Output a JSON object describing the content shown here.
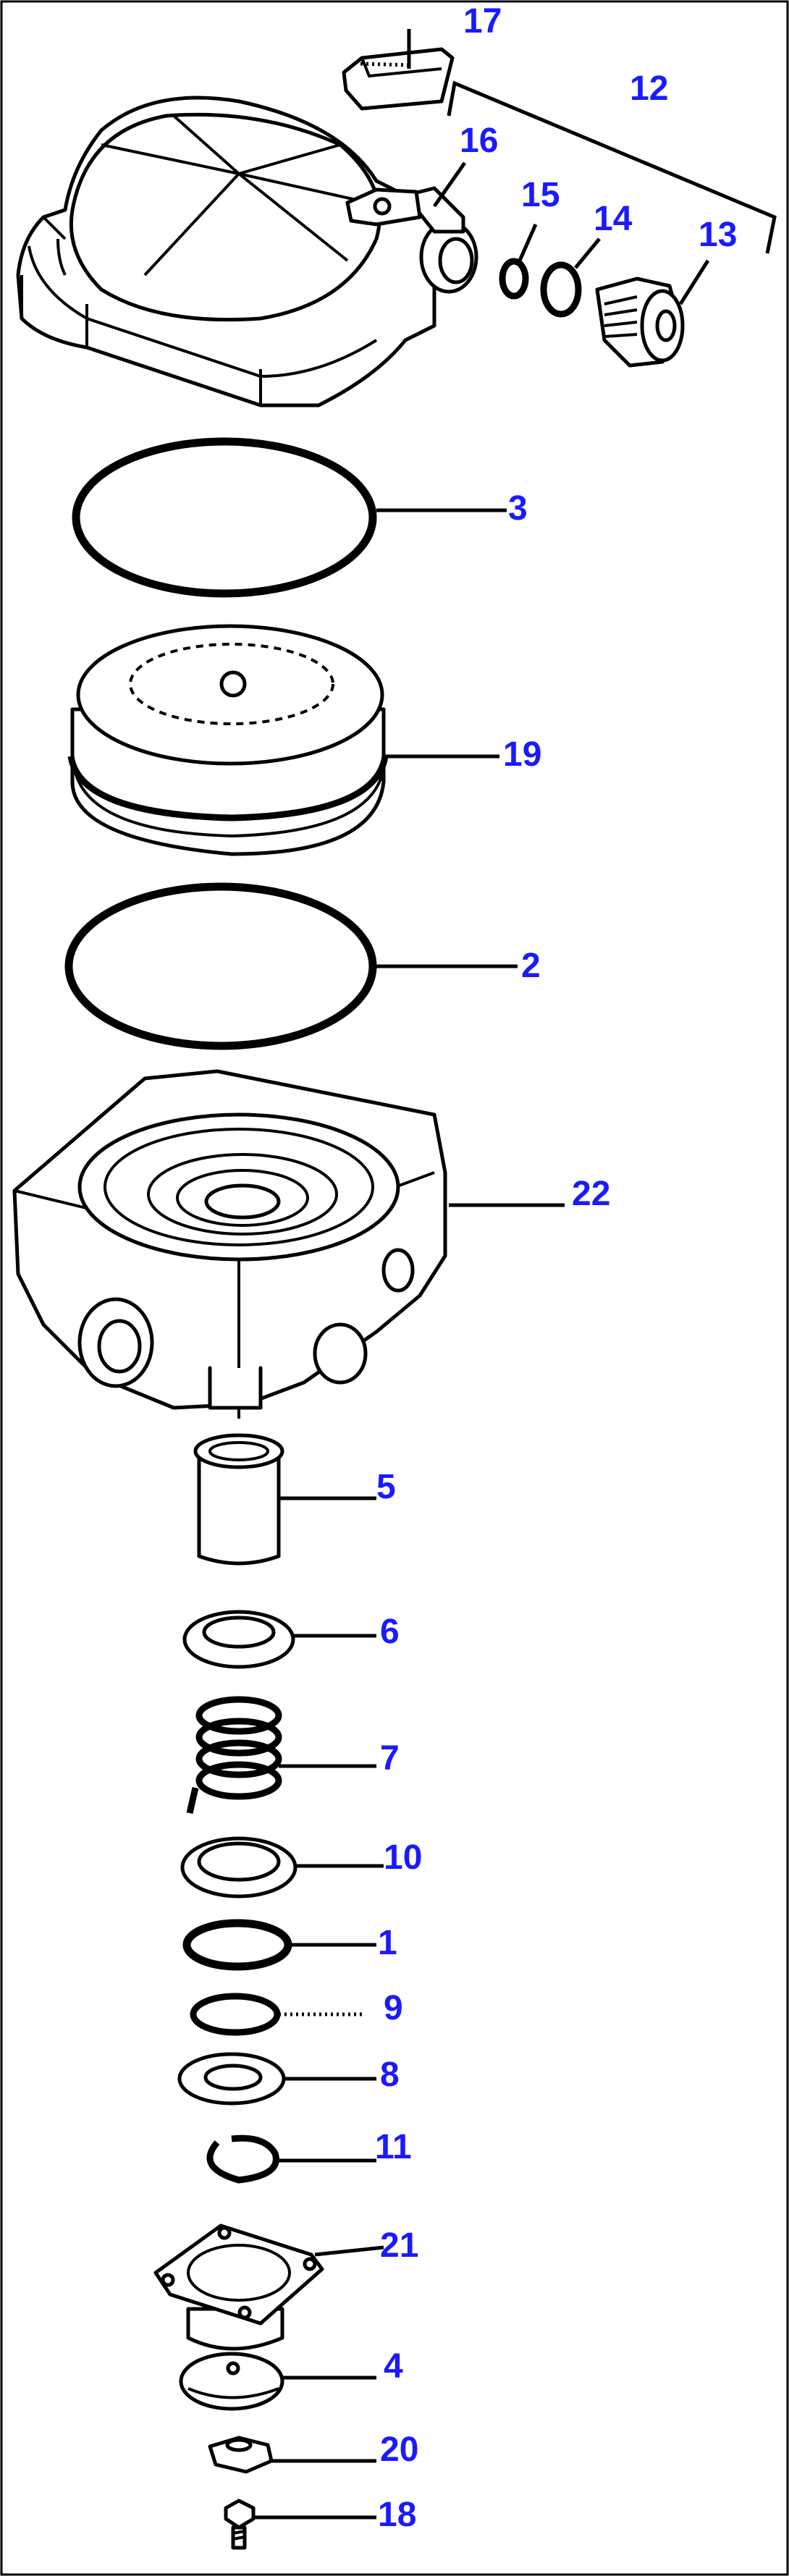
{
  "diagram": {
    "callouts": {
      "c17": "17",
      "c12": "12",
      "c16": "16",
      "c15": "15",
      "c14": "14",
      "c13": "13",
      "c3": "3",
      "c19": "19",
      "c2": "2",
      "c22": "22",
      "c5": "5",
      "c6": "6",
      "c7": "7",
      "c10": "10",
      "c1": "1",
      "c9": "9",
      "c8": "8",
      "c11": "11",
      "c21": "21",
      "c4": "4",
      "c20": "20",
      "c18": "18"
    }
  },
  "colors": {
    "callout": "#1a1aff",
    "line": "#000000",
    "background": "#ffffff"
  }
}
